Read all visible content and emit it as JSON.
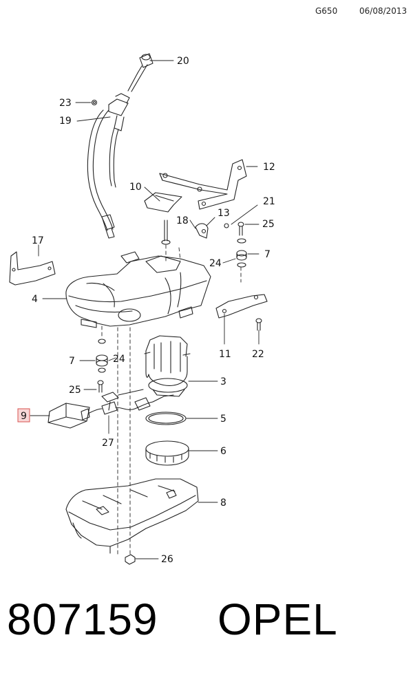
{
  "header": {
    "code": "G650",
    "date": "06/08/2013"
  },
  "callouts": {
    "c1": "20",
    "c2": "23",
    "c3": "19",
    "c4": "12",
    "c5": "10",
    "c6": "21",
    "c7": "13",
    "c8": "25",
    "c9": "18",
    "c10": "17",
    "c11": "7",
    "c12": "24",
    "c13": "4",
    "c14": "11",
    "c15": "22",
    "c16": "7",
    "c17": "24",
    "c18": "3",
    "c19": "25",
    "c20": "9",
    "c21": "5",
    "c22": "27",
    "c23": "6",
    "c24": "8",
    "c25": "26"
  },
  "highlight": {
    "color": "#d9534f",
    "fill": "#f8d7d7"
  },
  "footer": {
    "part_number": "807159",
    "brand": "OPEL"
  }
}
